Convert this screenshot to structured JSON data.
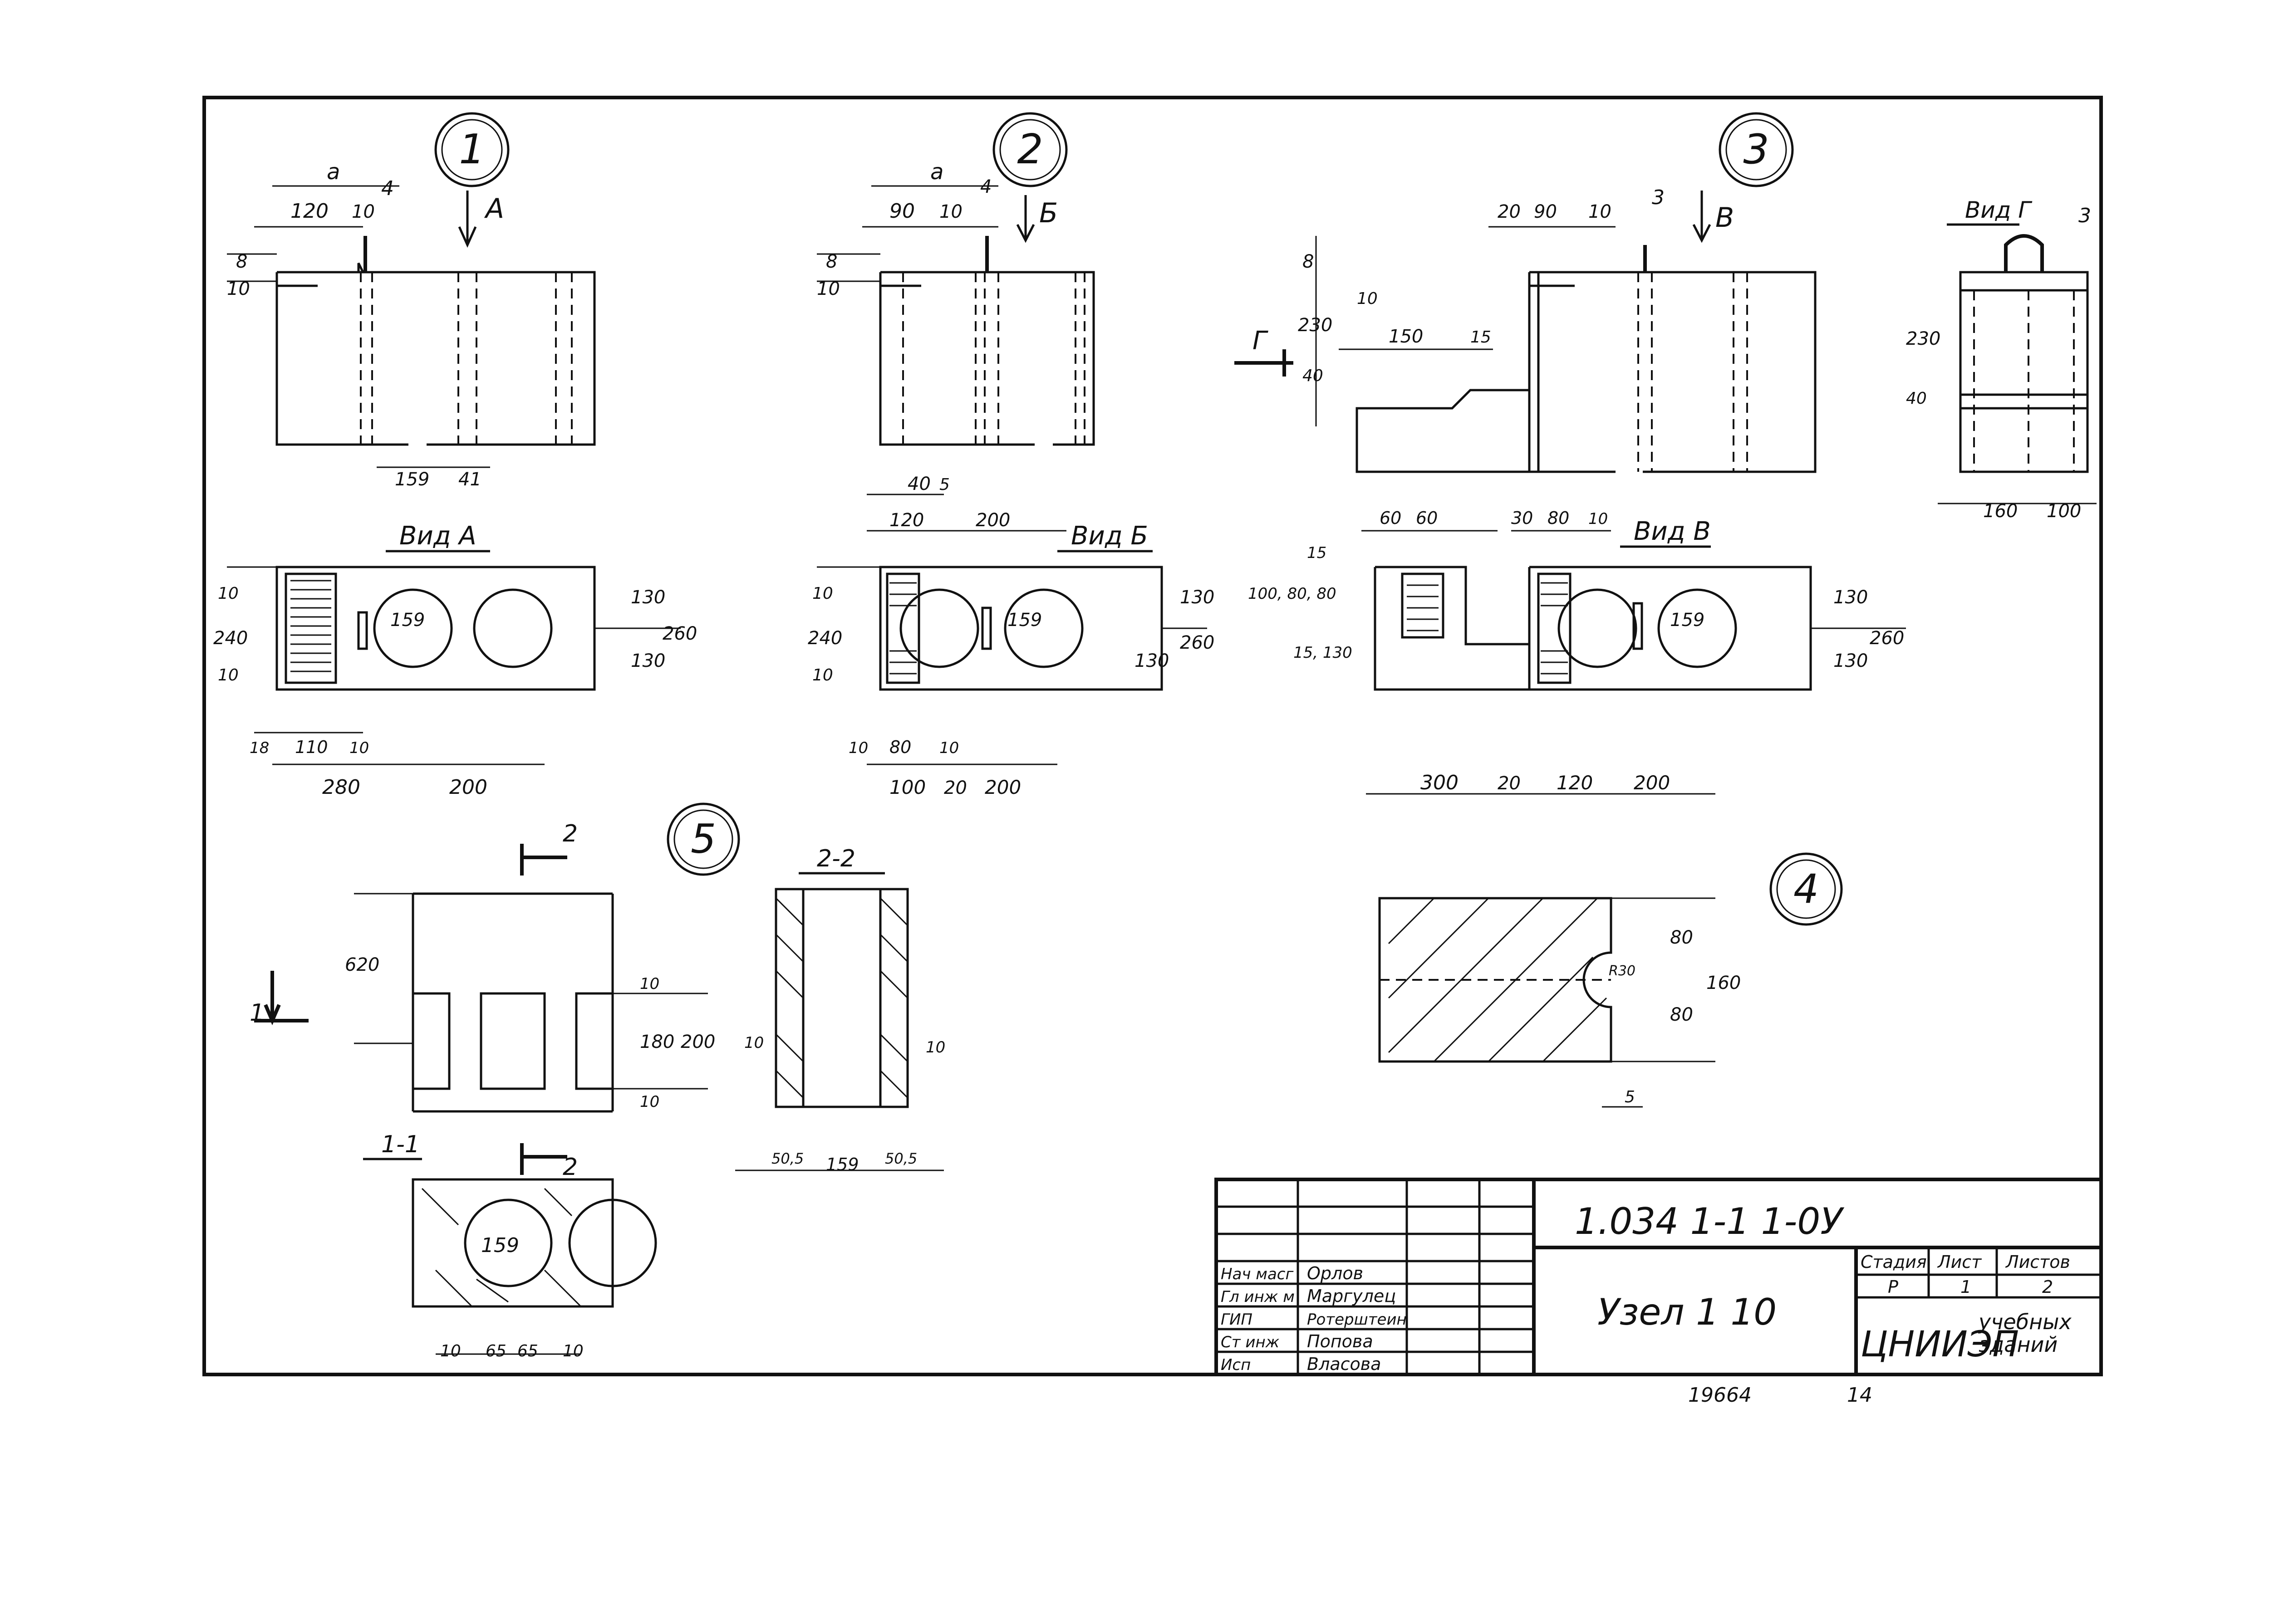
{
  "views": {
    "node1": {
      "number": "1",
      "arrow_label": "А",
      "dims": [
        "а",
        "120",
        "10",
        "4",
        "8",
        "10",
        "159",
        "41"
      ]
    },
    "node2": {
      "number": "2",
      "arrow_label": "Б",
      "dims": [
        "а",
        "90",
        "10",
        "4",
        "8",
        "10",
        "40",
        "5",
        "120",
        "200"
      ]
    },
    "node3": {
      "number": "3",
      "arrow_label": "В",
      "dims": [
        "20",
        "90",
        "10",
        "3",
        "8",
        "230",
        "10",
        "150",
        "15",
        "40",
        "Г"
      ]
    },
    "view_g": {
      "title": "Вид Г",
      "dims": [
        "3",
        "230",
        "40",
        "160",
        "100"
      ]
    },
    "view_a": {
      "title": "Вид А",
      "dims": [
        "10",
        "240",
        "10",
        "159",
        "130",
        "130",
        "260",
        "18",
        "110",
        "10",
        "280",
        "200"
      ]
    },
    "view_b": {
      "title": "Вид Б",
      "dims": [
        "10",
        "240",
        "10",
        "159",
        "130",
        "130",
        "260",
        "10",
        "80",
        "10",
        "100",
        "20",
        "200"
      ]
    },
    "view_v": {
      "title": "Вид В",
      "dims": [
        "60",
        "60",
        "30",
        "80",
        "10",
        "15",
        "100, 80, 80",
        "15, 130",
        "159",
        "130",
        "130",
        "260",
        "300",
        "20",
        "120",
        "200"
      ]
    },
    "node5": {
      "number": "5",
      "section_label": "2",
      "section_arrow": "1",
      "dims": [
        "620",
        "10",
        "180",
        "200",
        "10"
      ]
    },
    "section_22": {
      "title": "2-2",
      "dims": [
        "10",
        "10",
        "50,5",
        "159",
        "50,5"
      ]
    },
    "section_11": {
      "title": "1-1",
      "dims": [
        "159",
        "10",
        "65",
        "65",
        "10"
      ]
    },
    "node4": {
      "number": "4",
      "dims": [
        "R30",
        "80",
        "80",
        "160",
        "5"
      ]
    }
  },
  "title_block": {
    "code": "1.034   1-1     1-0У",
    "title": "Узел  1  10",
    "stage_label": "Стадия",
    "sheet_label": "Лист",
    "sheets_label": "Листов",
    "stage": "Р",
    "sheet": "1",
    "sheets": "2",
    "org": "ЦНИИЭП",
    "org_sub1": "учебных",
    "org_sub2": "зданий",
    "signatures": [
      {
        "role": "Нач масг",
        "name": "Орлов"
      },
      {
        "role": "Гл инж м",
        "name": "Маргулец"
      },
      {
        "role": "ГИП",
        "name": "Ротерштеин"
      },
      {
        "role": "Ст инж",
        "name": "Попова"
      },
      {
        "role": "Исп",
        "name": "Власова"
      }
    ]
  },
  "footer": {
    "inventory": "19664",
    "page": "14"
  }
}
